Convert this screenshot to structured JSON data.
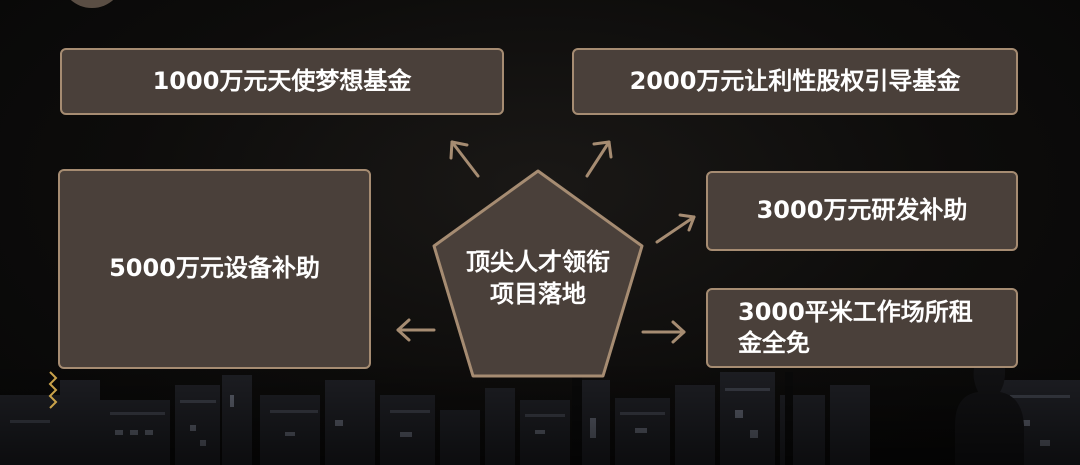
{
  "center": {
    "line1": "顶尖人才领衔",
    "line2": "项目落地"
  },
  "boxes": {
    "top_left": "1000万元天使梦想基金",
    "top_right": "2000万元让利性股权引导基金",
    "left": "5000万元设备补助",
    "right_1": "3000万元研发补助",
    "right_2_line1": "3000平米工作场所租",
    "right_2_line2": "金全免"
  },
  "colors": {
    "box_fill": "#4a403a",
    "box_border": "#a68c72",
    "arrow": "#a68c72",
    "text": "#ffffff"
  }
}
